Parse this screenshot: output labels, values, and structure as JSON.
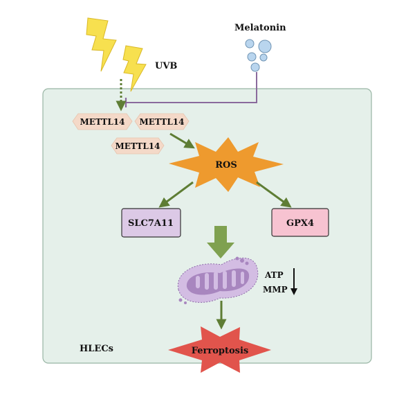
{
  "labels": {
    "stimulus": "UVB",
    "treatment": "Melatonin",
    "enzyme": "METTL14",
    "ros": "ROS",
    "slc7a11": "SLC7A11",
    "gpx4": "GPX4",
    "atp": "ATP",
    "mmp": "MMP",
    "ferroptosis": "Ferroptosis",
    "cell_type": "HLECs"
  },
  "colors": {
    "cell_fill": "#e5f0ea",
    "cell_stroke": "#98b5a4",
    "lightning": "#f7e04f",
    "lightning_stroke": "#d9b827",
    "melatonin_fill": "#b9d5ee",
    "melatonin_stroke": "#6f93b3",
    "inhibition_line": "#8a6a9c",
    "enzyme_fill": "#f4d9c8",
    "arrow": "#5e7d34",
    "ros_star": "#ee9a2e",
    "slc7a11_fill": "#dcc9e6",
    "gpx4_fill": "#f7c3d1",
    "block_arrow": "#7fa150",
    "mitochondria": "#a886bf",
    "ferroptosis_star": "#e1544c"
  }
}
